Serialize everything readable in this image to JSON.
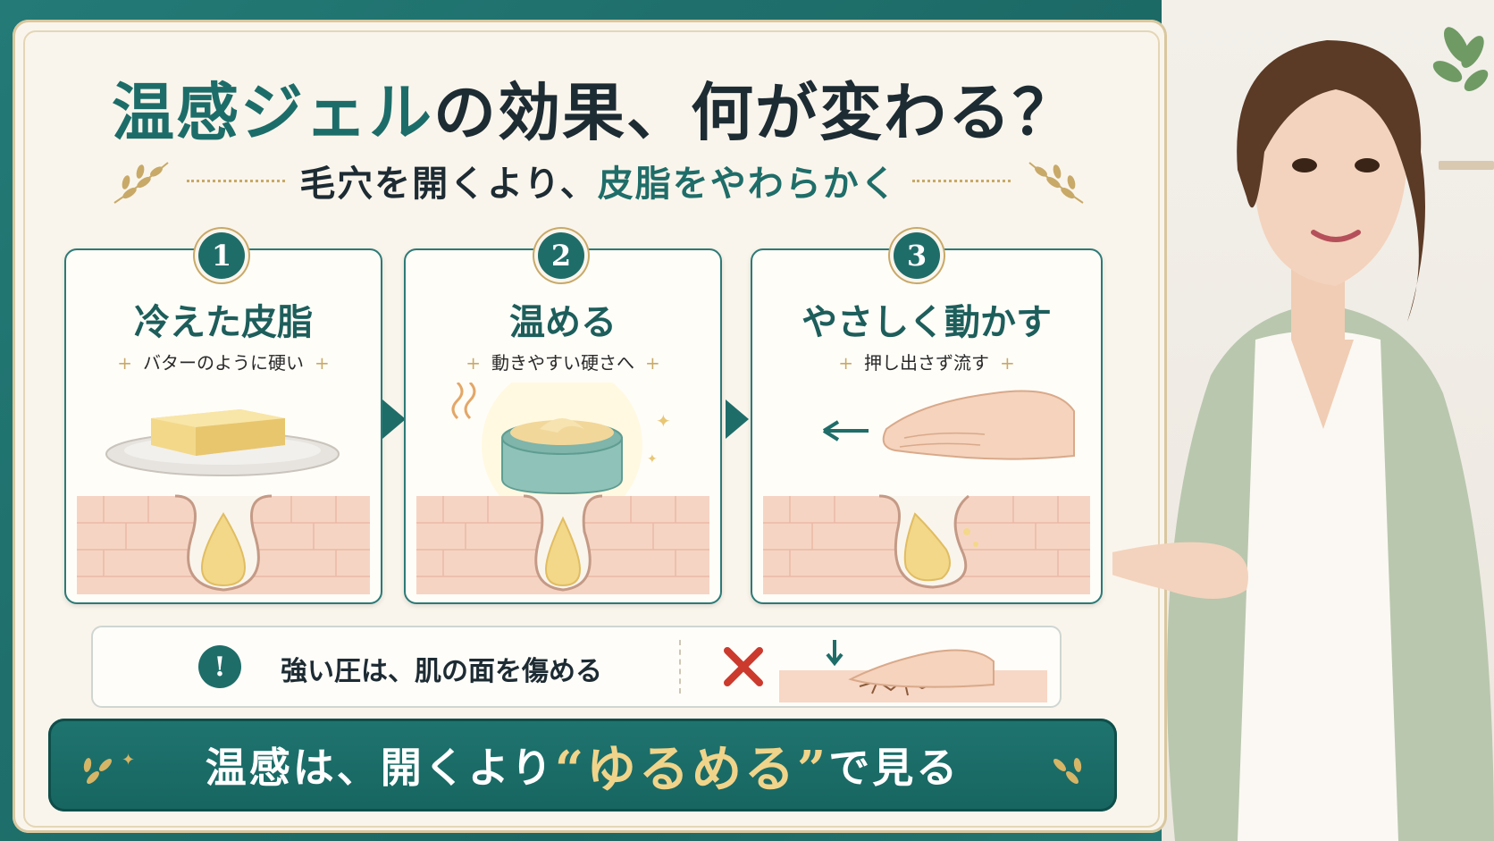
{
  "title": {
    "accent": "温感ジェル",
    "rest": "の効果、何が変わる？"
  },
  "subtitle": {
    "part1": "毛穴を開くより、",
    "part2": "皮脂をやわらかく"
  },
  "steps": [
    {
      "number": "1",
      "title": "冷えた皮脂",
      "subtitle": "バターのように硬い"
    },
    {
      "number": "2",
      "title": "温める",
      "subtitle": "動きやすい硬さへ"
    },
    {
      "number": "3",
      "title": "やさしく動かす",
      "subtitle": "押し出さず流す"
    }
  ],
  "warning": {
    "icon": "!",
    "text": "強い圧は、肌の面を傷める"
  },
  "banner": {
    "part1": "温感は、開くより",
    "highlight": "“ゆるめる”",
    "part2": "で見る"
  },
  "colors": {
    "teal": "#1f6d69",
    "gold": "#c8a968",
    "cream": "#faf5ec"
  }
}
